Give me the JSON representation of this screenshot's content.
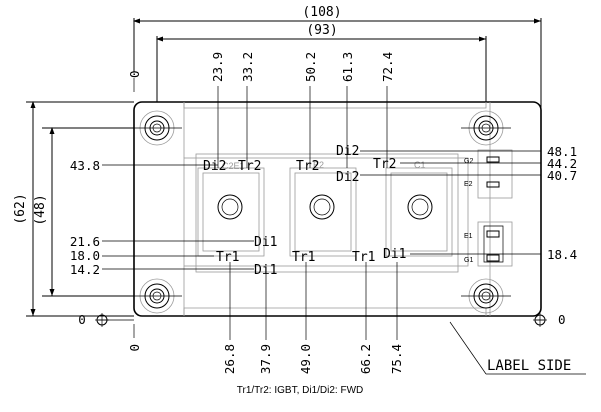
{
  "dimensions": {
    "overall_width": "(108)",
    "hole_pitch_width": "(93)",
    "overall_height": "(62)",
    "hole_pitch_height": "(48)"
  },
  "origin": {
    "top": "0",
    "bottom": "0",
    "left": "0",
    "right": "0"
  },
  "top_x": [
    "23.9",
    "33.2",
    "50.2",
    "61.3",
    "72.4"
  ],
  "bottom_x": [
    "26.8",
    "37.9",
    "49.0",
    "66.2",
    "75.4"
  ],
  "left_y": [
    "43.8",
    "21.6",
    "18.0",
    "14.2"
  ],
  "right_y": [
    "48.1",
    "44.2",
    "40.7",
    "18.4"
  ],
  "chips": {
    "di2_left": "Di2",
    "tr2_left": "Tr2",
    "tr2_center": "Tr2",
    "di2_upper": "Di2",
    "tr2_right": "Tr2",
    "di2_lower": "Di2",
    "di1_upper": "Di1",
    "tr1_left": "Tr1",
    "tr1_center": "Tr1",
    "tr1_right": "Tr1",
    "di1_right": "Di1",
    "di1_lower": "Di1"
  },
  "terminals": {
    "c2e1": "C2E1",
    "e2": "E2",
    "c1": "C1"
  },
  "pins": {
    "g2": "G2",
    "e2": "E2",
    "e1": "E1",
    "g1": "G1"
  },
  "callout": {
    "label_side": "LABEL SIDE"
  },
  "caption": "Tr1/Tr2: IGBT, Di1/Di2: FWD"
}
